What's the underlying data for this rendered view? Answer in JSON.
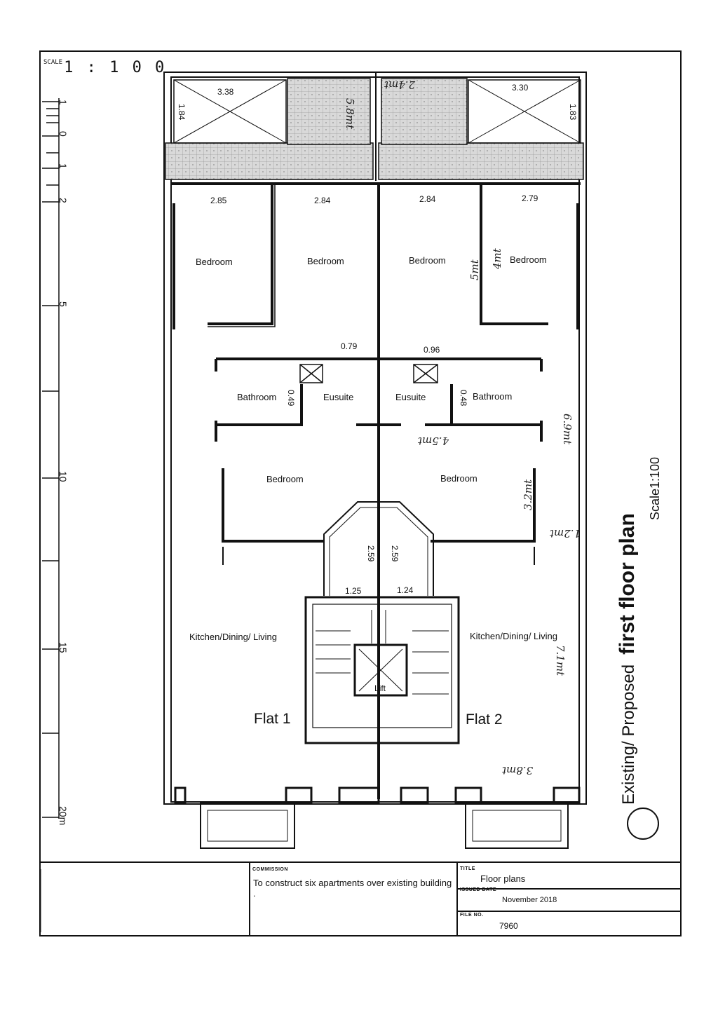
{
  "scale_header": {
    "caption": "SCALE",
    "value": "1 : 1 0 0"
  },
  "scale_bar_labels": [
    "1",
    "0",
    "1",
    "2",
    "5",
    "10",
    "15",
    "20m"
  ],
  "rooms": {
    "bedroom_1": "Bedroom",
    "bedroom_2": "Bedroom",
    "bedroom_3": "Bedroom",
    "bedroom_4": "Bedroom",
    "bathroom_left": "Bathroom",
    "ensuite_left": "Eusuite",
    "ensuite_right": "Eusuite",
    "bathroom_right": "Bathroom",
    "bedroom_mid_left": "Bedroom",
    "bedroom_mid_right": "Bedroom",
    "kitchen_left": "Kitchen/Dining/ Living",
    "kitchen_right": "Kitchen/Dining/ Living",
    "lift": "Lift",
    "flat_1": "Flat 1",
    "flat_2": "Flat 2"
  },
  "dimensions": {
    "balcony_left_width": "3.38",
    "balcony_left_depth": "1.84",
    "balcony_right_width": "3.30",
    "balcony_right_depth": "1.83",
    "room_width_1": "2.85",
    "room_width_2": "2.84",
    "room_width_3": "2.84",
    "room_width_4": "2.79",
    "corridor_left": "0.79",
    "corridor_right": "0.96",
    "duct_left": "0.49",
    "duct_right": "0.48",
    "stair_left_depth": "2.59",
    "stair_right_depth": "2.59",
    "stair_left_width": "1.25",
    "stair_right_width": "1.24"
  },
  "handwritten_notes": [
    "2.4mt",
    "5.8mt",
    "5mt",
    "4mt",
    "6.9mt",
    "4.5mt",
    "3.2mt",
    "1.2mt",
    "7.1mt",
    "3.8mt"
  ],
  "drawing_title": {
    "line1": "Existing/ Proposed",
    "line2": "first floor plan",
    "scale": "Scale1:100"
  },
  "title_block": {
    "commission_caption": "COMMISSION",
    "commission_value": "To construct six apartments over existing building .",
    "title_caption": "TITLE",
    "title_value": "Floor plans",
    "date_caption": "ISSUED DATE",
    "date_value": "November 2018",
    "file_caption": "FILE NO.",
    "file_value": "7960"
  }
}
